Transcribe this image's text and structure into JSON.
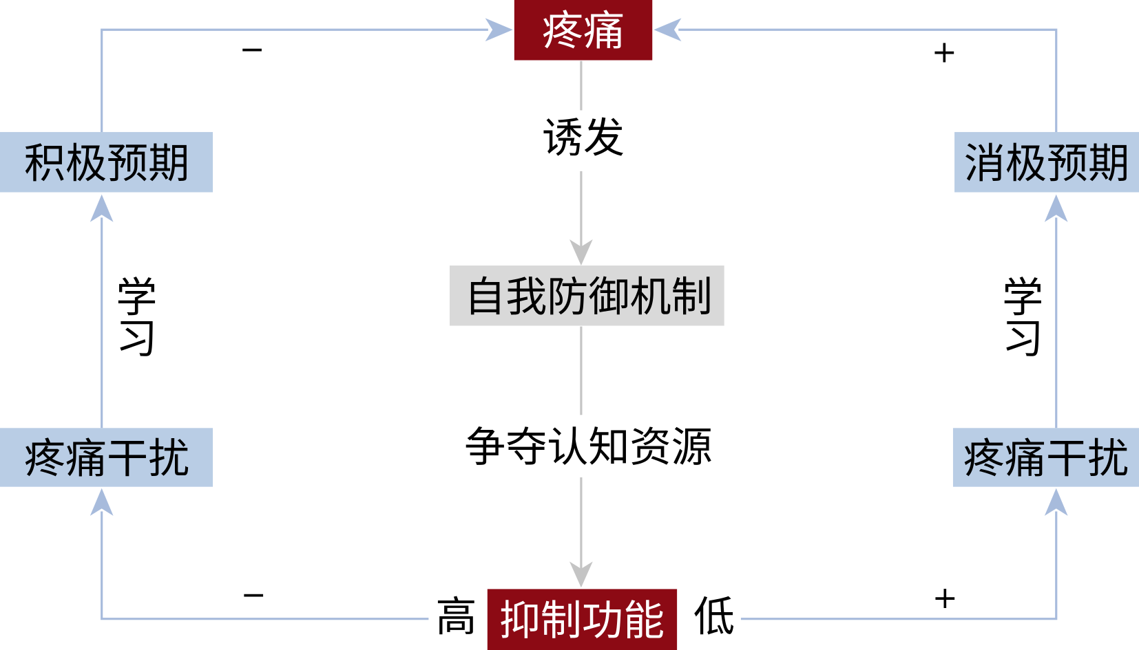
{
  "colors": {
    "red": "#8C0A14",
    "box_text_light": "#FFFFFF",
    "box_text_dark": "#000000",
    "blue_box": "#B9CDE5",
    "gray_box": "#D9D9D9",
    "blue_line": "#A7BBDC",
    "gray_line": "#C4C4C4"
  },
  "nodes": {
    "pain": "疼痛",
    "positive_expectation": "积极预期",
    "negative_expectation": "消极预期",
    "defense_mechanism": "自我防御机制",
    "interference_left": "疼痛干扰",
    "interference_right": "疼痛干扰",
    "inhibition": "抑制功能"
  },
  "labels": {
    "induce": "诱发",
    "compete": "争夺认知资源",
    "high": "高",
    "low": "低",
    "learn_left": [
      "学",
      "习"
    ],
    "learn_right": [
      "学",
      "习"
    ],
    "sign_top_left": "−",
    "sign_bottom_left": "−",
    "sign_top_right": "+",
    "sign_bottom_right": "+"
  }
}
